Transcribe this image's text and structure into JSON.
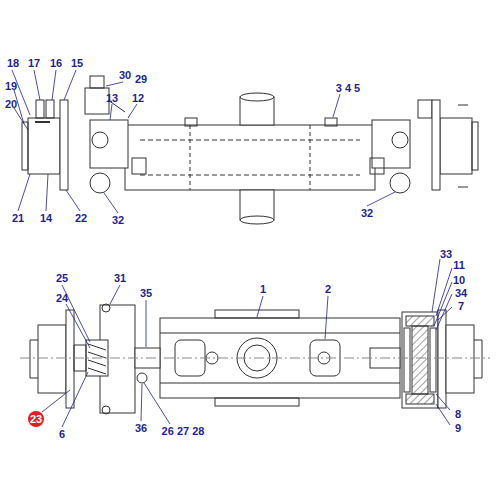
{
  "diagram": {
    "labels": [
      "18",
      "17",
      "16",
      "15",
      "19",
      "20",
      "30",
      "29",
      "13",
      "12",
      "3 4 5",
      "21",
      "14",
      "22",
      "32",
      "32",
      "25",
      "31",
      "35",
      "1",
      "2",
      "33",
      "11",
      "10",
      "34",
      "7",
      "24",
      "23",
      "6",
      "36",
      "26 27 28",
      "8",
      "9"
    ]
  }
}
